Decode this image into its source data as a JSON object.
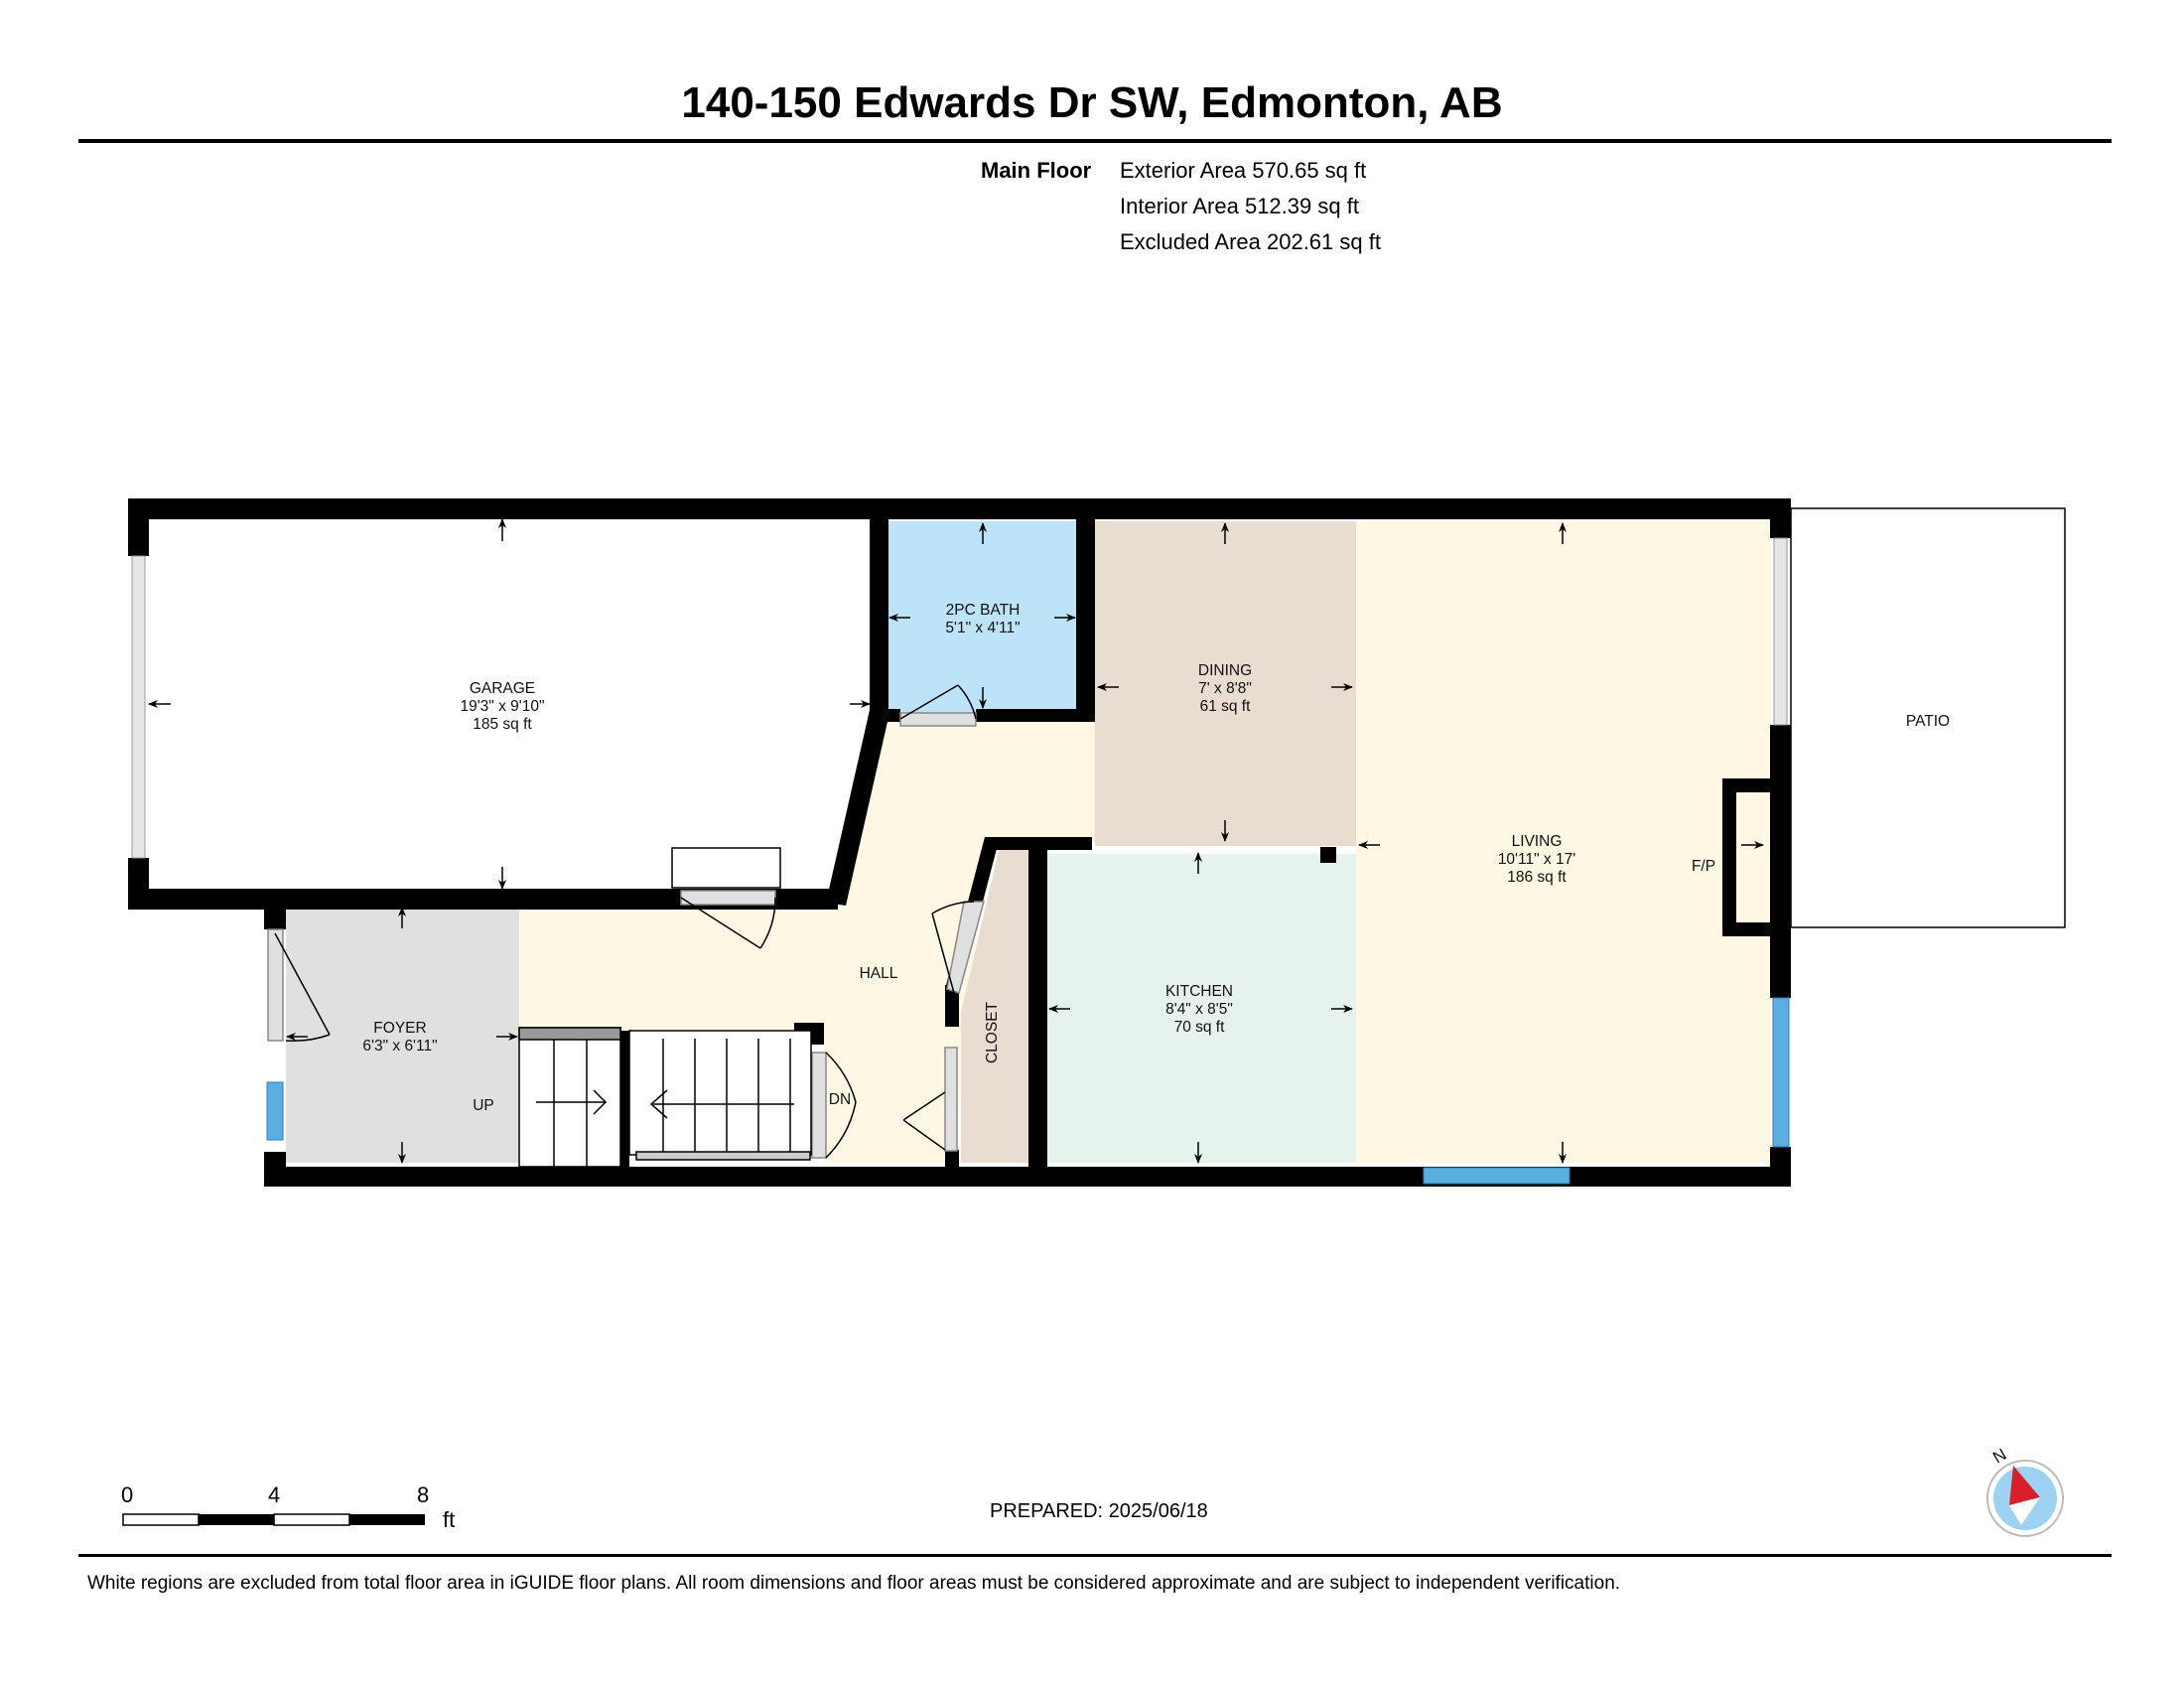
{
  "header": {
    "title": "140-150 Edwards Dr SW, Edmonton, AB"
  },
  "areas": {
    "floor_label": "Main Floor",
    "exterior": "Exterior Area 570.65 sq ft",
    "interior": "Interior Area 512.39 sq ft",
    "excluded": "Excluded Area 202.61 sq ft"
  },
  "rooms": {
    "garage": {
      "name": "GARAGE",
      "dims": "19'3\" x 9'10\"",
      "area": "185 sq ft"
    },
    "bath": {
      "name": "2PC BATH",
      "dims": "5'1\" x 4'11\""
    },
    "dining": {
      "name": "DINING",
      "dims": "7' x 8'8\"",
      "area": "61 sq ft"
    },
    "living": {
      "name": "LIVING",
      "dims": "10'11\" x 17'",
      "area": "186 sq ft"
    },
    "kitchen": {
      "name": "KITCHEN",
      "dims": "8'4\" x 8'5\"",
      "area": "70 sq ft"
    },
    "foyer": {
      "name": "FOYER",
      "dims": "6'3\" x 6'11\""
    },
    "hall": {
      "name": "HALL"
    },
    "closet": {
      "name": "CLOSET"
    },
    "patio": {
      "name": "PATIO"
    }
  },
  "labels": {
    "up": "UP",
    "down": "DN",
    "fireplace": "F/P"
  },
  "scale_bar": {
    "ticks": [
      "0",
      "4",
      "8"
    ],
    "unit": "ft"
  },
  "compass": {
    "north": "N"
  },
  "prepared": "PREPARED: 2025/06/18",
  "footnote": "White regions are excluded from total floor area in iGUIDE floor plans. All room dimensions and floor areas must be considered approximate and are subject to independent verification.",
  "colors": {
    "wall": "#000000",
    "bath": "#bde3f8",
    "dining": "#e8ddd0",
    "living_hall": "#fdf7e3",
    "kitchen": "#e5f3ec",
    "foyer": "#e0e0e0",
    "closet": "#e8ddd0",
    "window": "#5aaee0",
    "compass_red": "#d9202a"
  }
}
